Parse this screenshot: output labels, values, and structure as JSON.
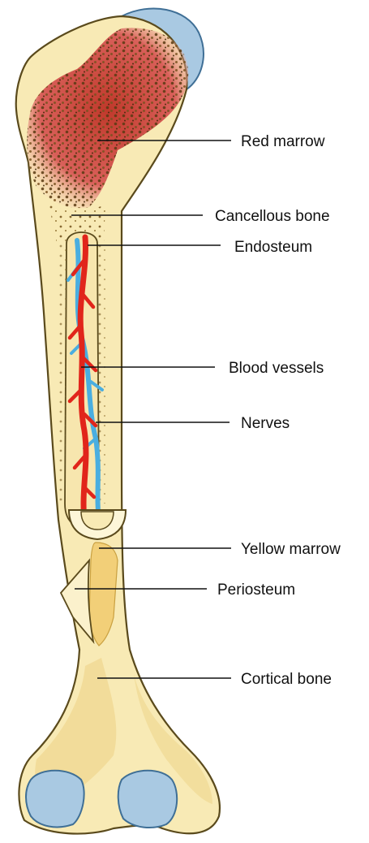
{
  "labels": {
    "red_marrow": "Red marrow",
    "cancellous_bone": "Cancellous bone",
    "endosteum": "Endosteum",
    "blood_vessels": "Blood vessels",
    "nerves": "Nerves",
    "yellow_marrow": "Yellow marrow",
    "periosteum": "Periosteum",
    "cortical_bone": "Cortical bone"
  },
  "colors": {
    "bone": "#f7e8b0",
    "bone_outline": "#5a4a1c",
    "bone_shade": "#eed58a",
    "red_marrow": "#d8544c",
    "spongy_dots": "#6b4a1a",
    "cartilage": "#9fc3de",
    "cartilage_outline": "#3f6f96",
    "artery": "#e1251b",
    "nerve": "#4aaee0",
    "yellow_marrow": "#f2cf78"
  }
}
